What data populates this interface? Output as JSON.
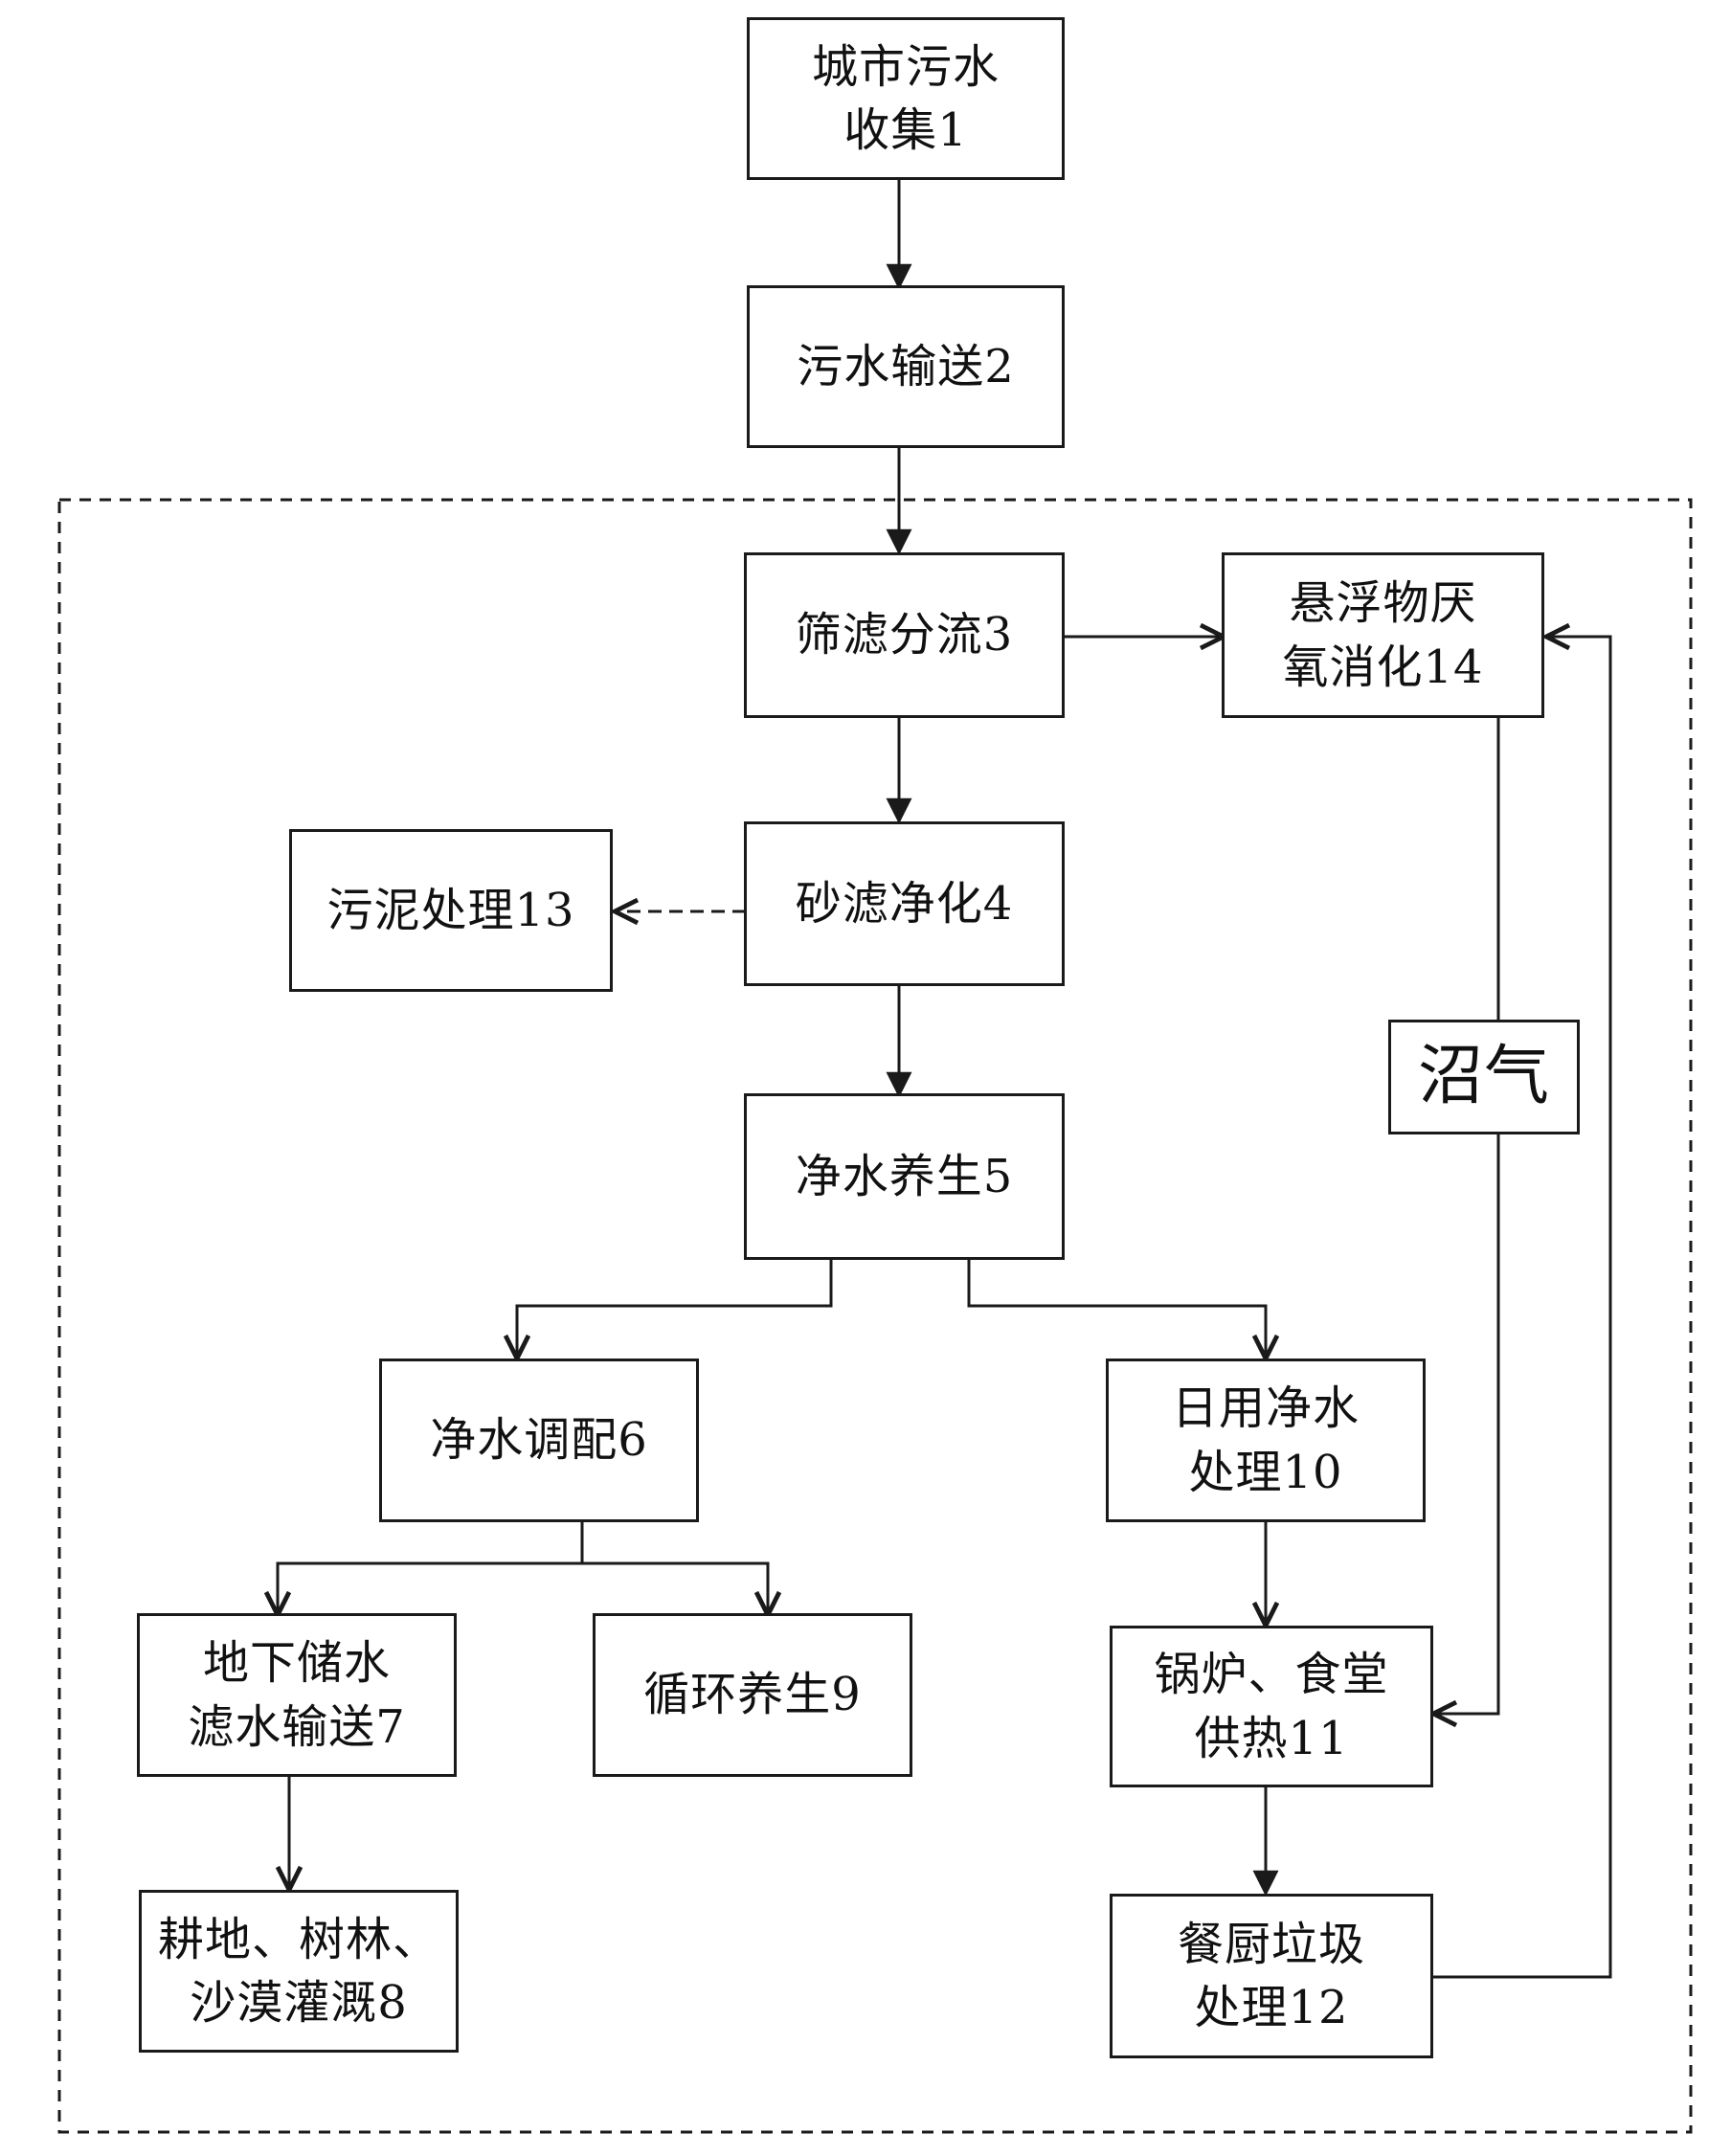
{
  "nodes": {
    "n1": "城市污水\n收集1",
    "n2": "污水输送2",
    "n3": "筛滤分流3",
    "n14": "悬浮物厌\n氧消化14",
    "n13": "污泥处理13",
    "n4": "砂滤净化4",
    "biogas": "沼气",
    "n5": "净水养生5",
    "n6": "净水调配6",
    "n10": "日用净水\n处理10",
    "n7": "地下储水\n滤水输送7",
    "n9": "循环养生9",
    "n11": "锅炉、食堂\n供热11",
    "n8": "耕地、树林、\n沙漠灌溉8",
    "n12": "餐厨垃圾\n处理12"
  }
}
